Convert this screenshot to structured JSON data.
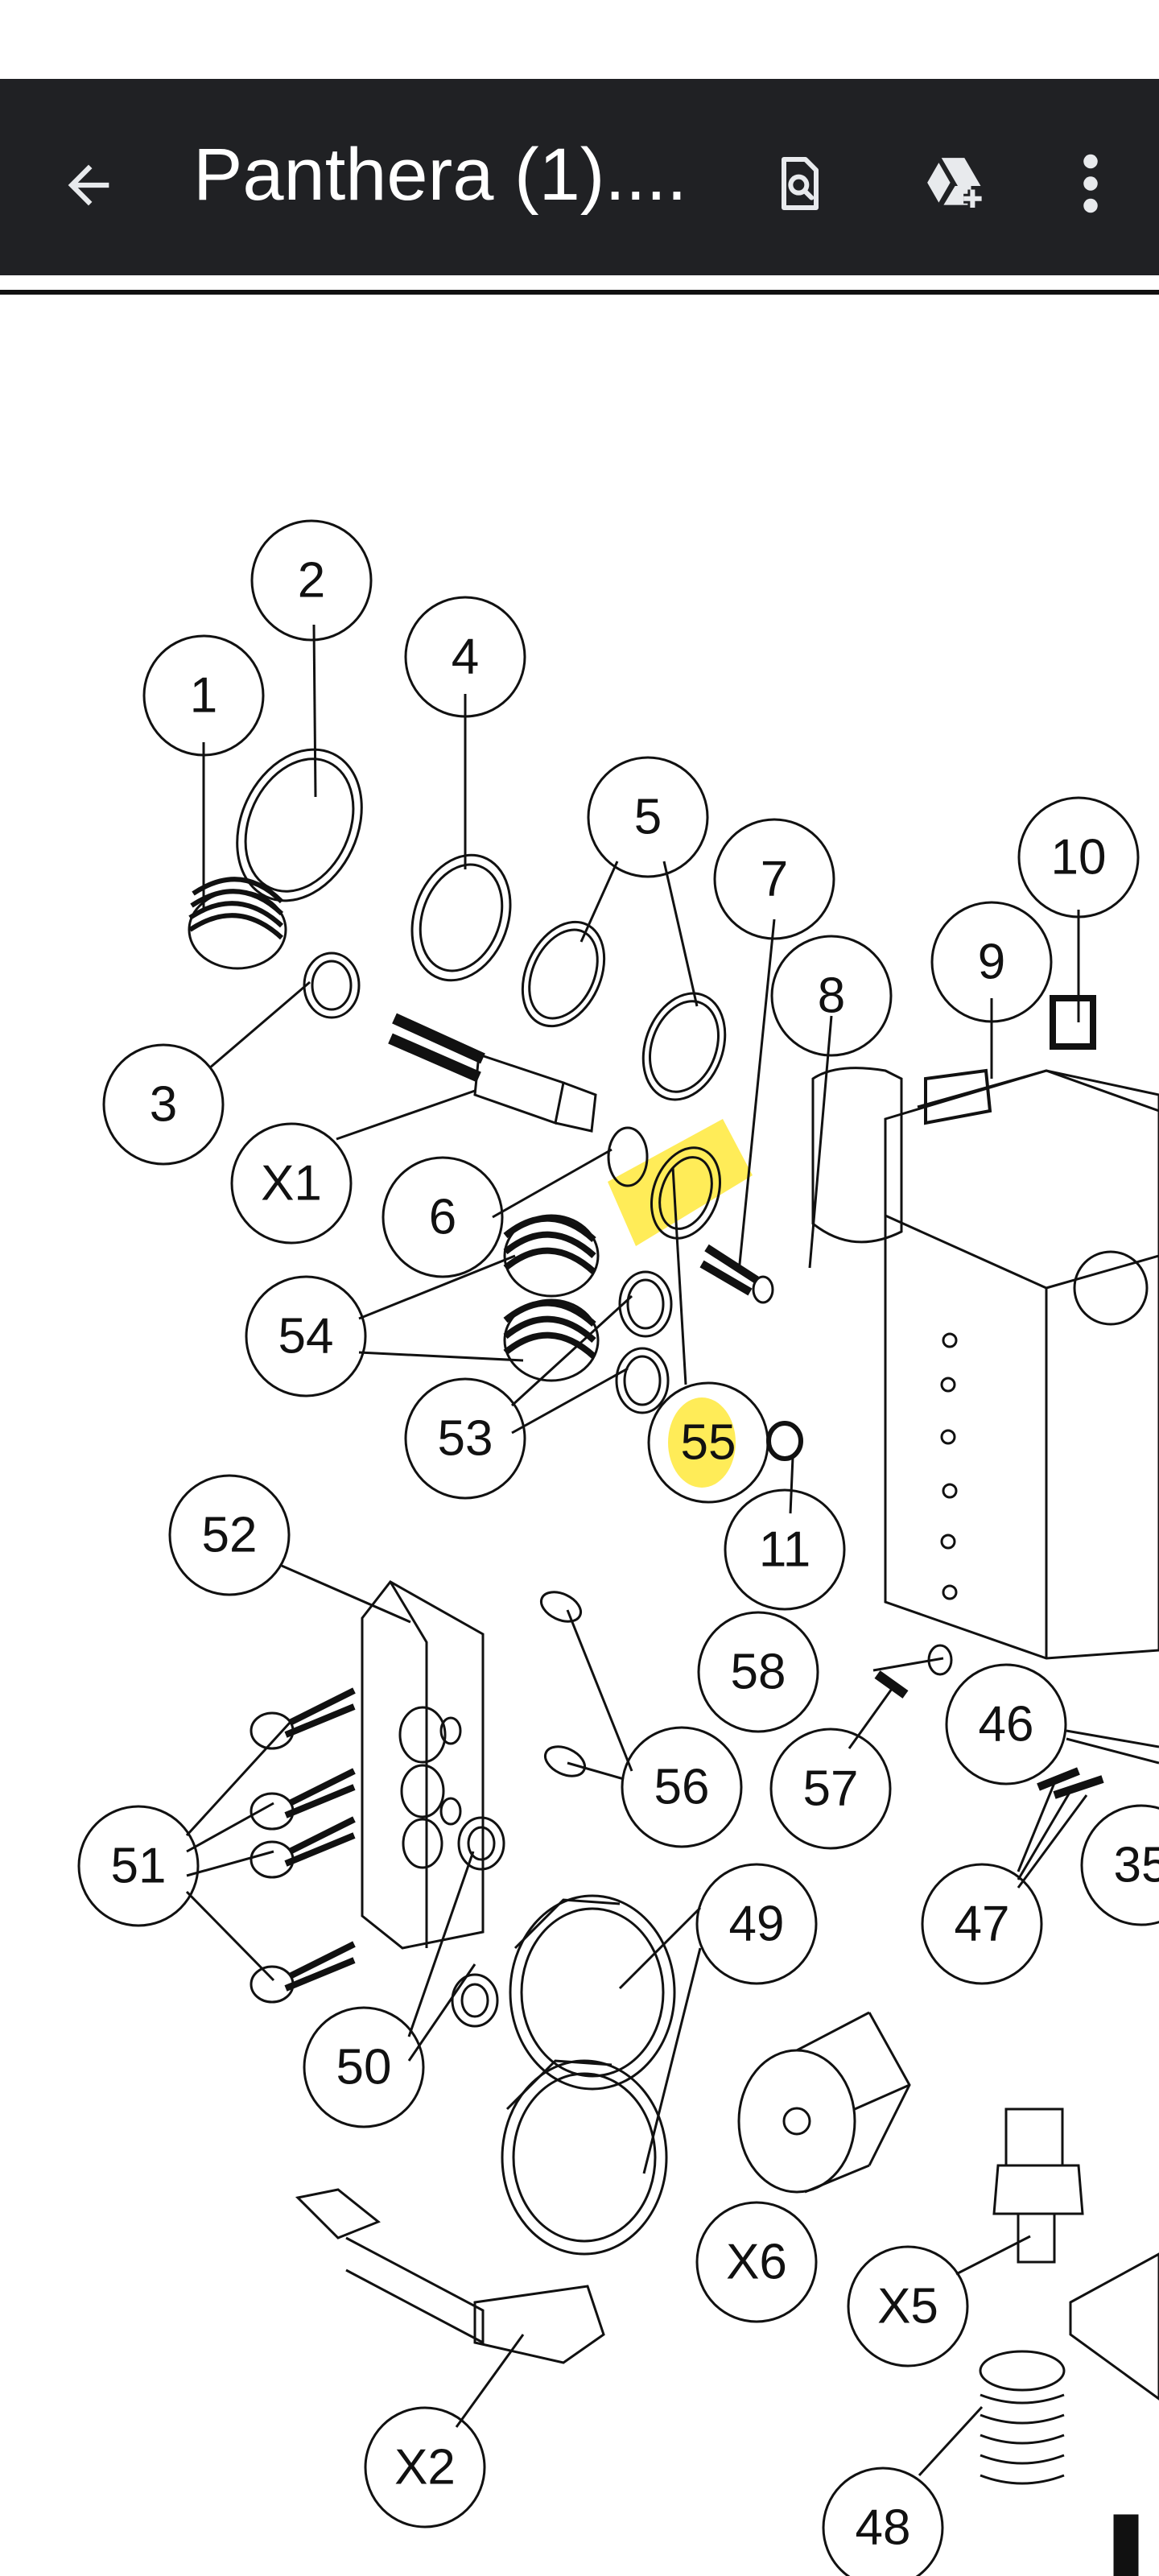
{
  "toolbar": {
    "title": "Panthera (1)....",
    "back_icon": "arrow-left-icon",
    "search_icon": "document-search-icon",
    "drive_icon": "add-to-drive-icon",
    "more_icon": "more-vert-icon"
  },
  "diagram": {
    "highlight_color": "#ffe93b",
    "labels": {
      "c1": "1",
      "c2": "2",
      "c3": "3",
      "c4": "4",
      "c5": "5",
      "c6": "6",
      "c7": "7",
      "c8": "8",
      "c9": "9",
      "c10": "10",
      "c11": "11",
      "cx1": "X1",
      "cx2": "X2",
      "cx5": "X5",
      "cx6": "X6",
      "c35": "35",
      "c46": "46",
      "c47": "47",
      "c48": "48",
      "c49": "49",
      "c50": "50",
      "c51": "51",
      "c52": "52",
      "c53": "53",
      "c54": "54",
      "c55": "55",
      "c56": "56",
      "c57": "57",
      "c58": "58"
    }
  }
}
